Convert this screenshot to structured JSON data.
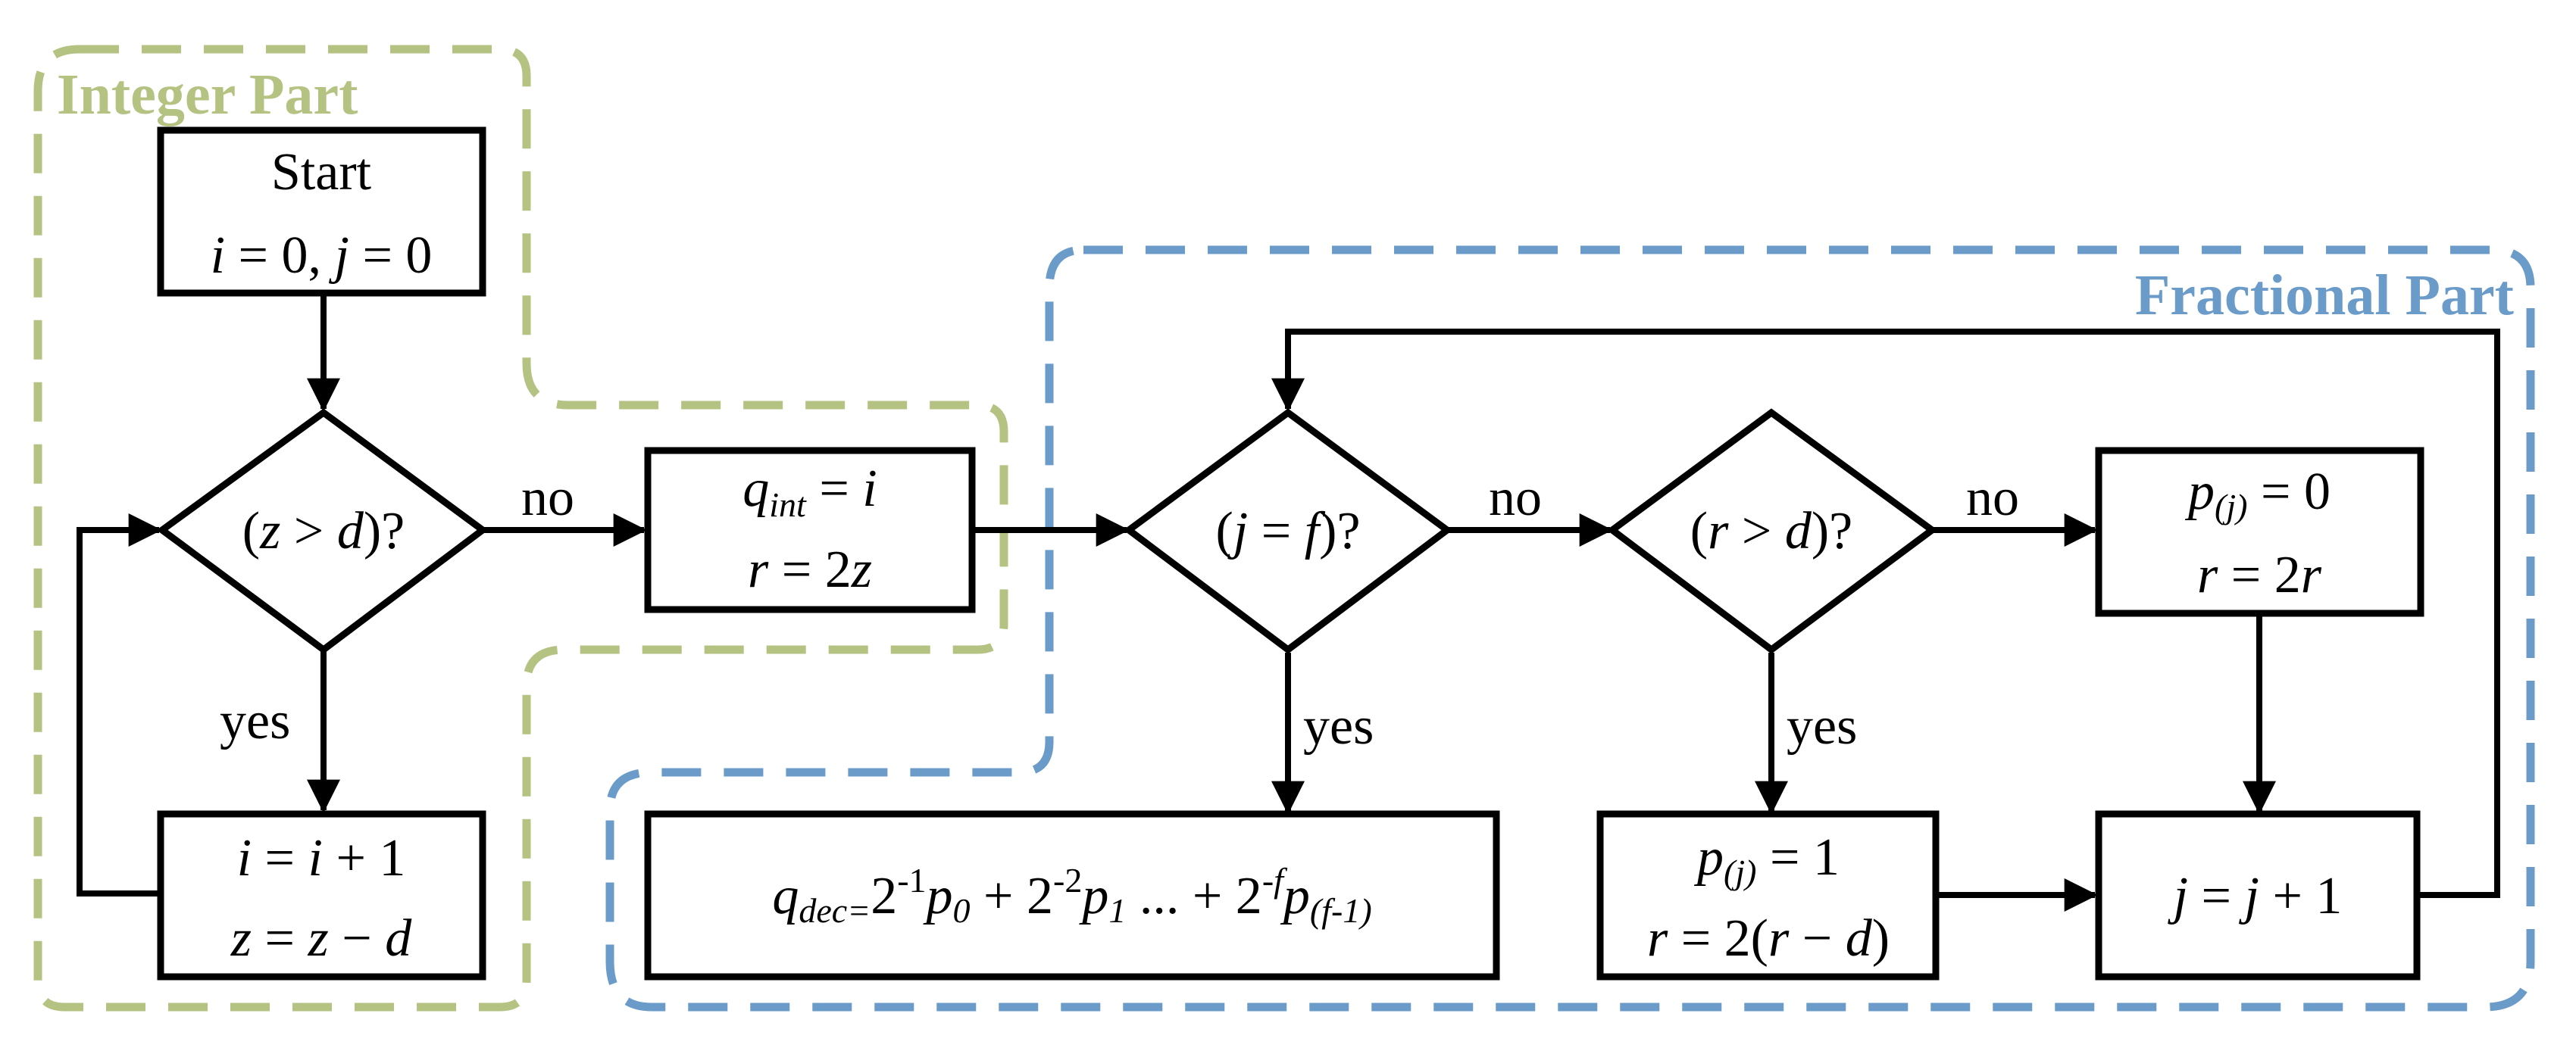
{
  "regions": {
    "integer": {
      "title": "Integer Part",
      "color": "#b4c282"
    },
    "fractional": {
      "title": "Fractional Part",
      "color": "#6b9bc8"
    }
  },
  "nodes": {
    "start": {
      "line1": "Start",
      "line2": {
        "i": "i",
        "eq1": " = 0, ",
        "j": "j",
        "eq2": " = 0"
      }
    },
    "cond_z_gt_d": {
      "open": "(",
      "z": "z",
      "op": " > ",
      "d": "d",
      "close": ")?"
    },
    "qint": {
      "q": "q",
      "sub": "int",
      "eq": " = ",
      "i": "i",
      "r": "r",
      "eq2": " = 2",
      "z": "z"
    },
    "inc_i": {
      "i1": "i",
      "eq": " = ",
      "i2": "i",
      "plus": " + 1",
      "z1": "z",
      "eq2": " = ",
      "z2": "z",
      "minus": " − ",
      "d": "d"
    },
    "cond_j_eq_f": {
      "open": "(",
      "j": "j",
      "op": " = ",
      "f": "f",
      "close": ")?"
    },
    "cond_r_gt_d": {
      "open": "(",
      "r": "r",
      "op": " > ",
      "d": "d",
      "close": ")?"
    },
    "p_zero": {
      "p": "p",
      "sub": "(j)",
      "eq": " = 0",
      "r1": "r",
      "eq2": " = 2",
      "r2": "r"
    },
    "p_one": {
      "p": "p",
      "sub": "(j)",
      "eq": " = 1",
      "r1": "r",
      "eq2": " = 2(",
      "r2": "r",
      "minus": " − ",
      "d": "d",
      "close": ")"
    },
    "inc_j": {
      "j1": "j",
      "eq": " = ",
      "j2": "j",
      "plus": " + 1"
    },
    "qdec": {
      "q": "q",
      "sub": "dec=",
      "t1": "2",
      "e1": "-1",
      "p0": "p",
      "s0": "0",
      "t2": " + 2",
      "e2": "-2",
      "p1": "p",
      "s1": "1",
      "t3": " ... + 2",
      "e3": "-f",
      "pf": "p",
      "sf": "(f-1)"
    }
  },
  "edge_labels": {
    "no": "no",
    "yes": "yes"
  }
}
